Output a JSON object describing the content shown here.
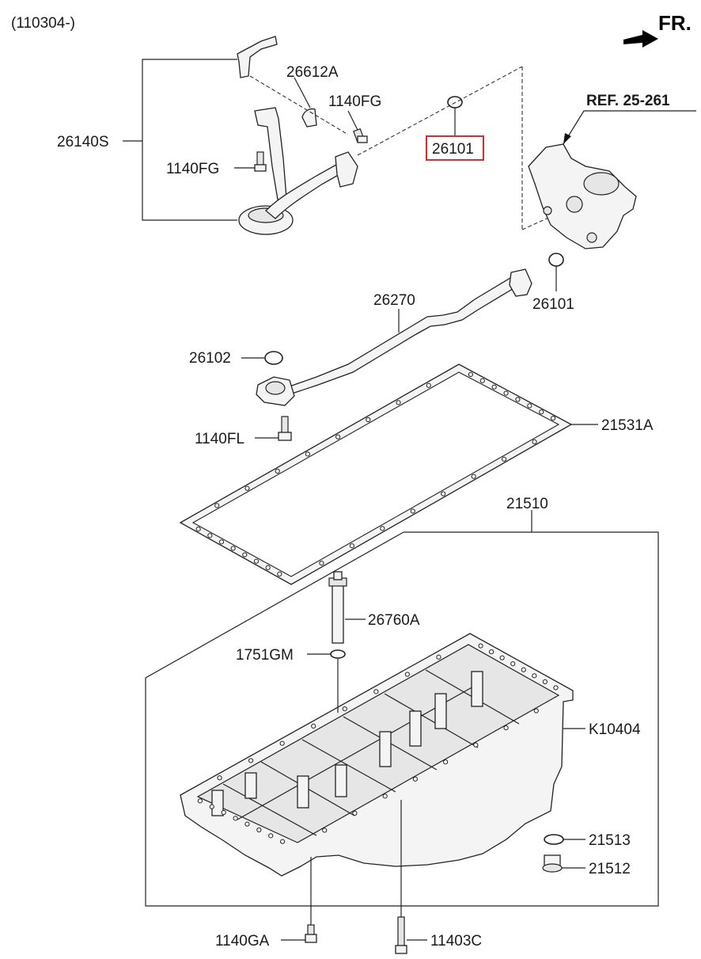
{
  "header": {
    "date_code": "(110304-)",
    "direction": "FR."
  },
  "callouts": {
    "ref": "REF. 25-261",
    "c26140S": "26140S",
    "c26612A": "26612A",
    "c1140FG_top": "1140FG",
    "c1140FG_left": "1140FG",
    "c26101_top": "26101",
    "c26101_right": "26101",
    "c26270": "26270",
    "c26102": "26102",
    "c1140FL": "1140FL",
    "c21531A": "21531A",
    "c21510": "21510",
    "c26760A": "26760A",
    "c1751GM": "1751GM",
    "cK10404": "K10404",
    "c21513": "21513",
    "c21512": "21512",
    "c1140GA": "1140GA",
    "c11403C": "11403C"
  },
  "highlight": {
    "part": "26101",
    "color": "#e0282e"
  }
}
